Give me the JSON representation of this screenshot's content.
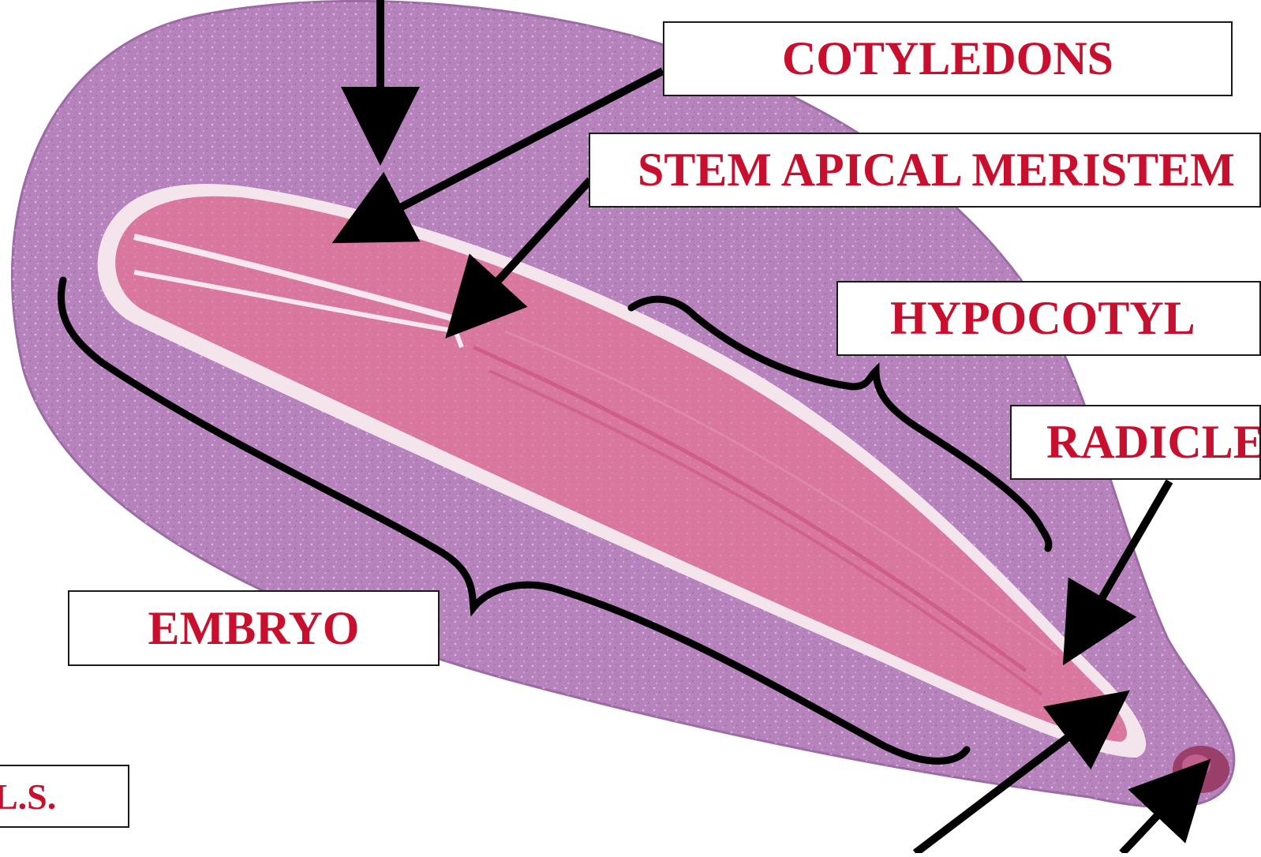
{
  "labels": {
    "cotyledons": "COTYLEDONS",
    "stem_apical_meristem": "STEM APICAL MERISTEM",
    "hypocotyl": "HYPOCOTYL",
    "radicle": "RADICLE",
    "embryo": "EMBRYO",
    "ls": "L.S."
  },
  "colors": {
    "label_text": "#c8102e",
    "seed_tissue": "#b37fb8",
    "embryo_tissue": "#d86f9a",
    "arrows": "#000000"
  }
}
